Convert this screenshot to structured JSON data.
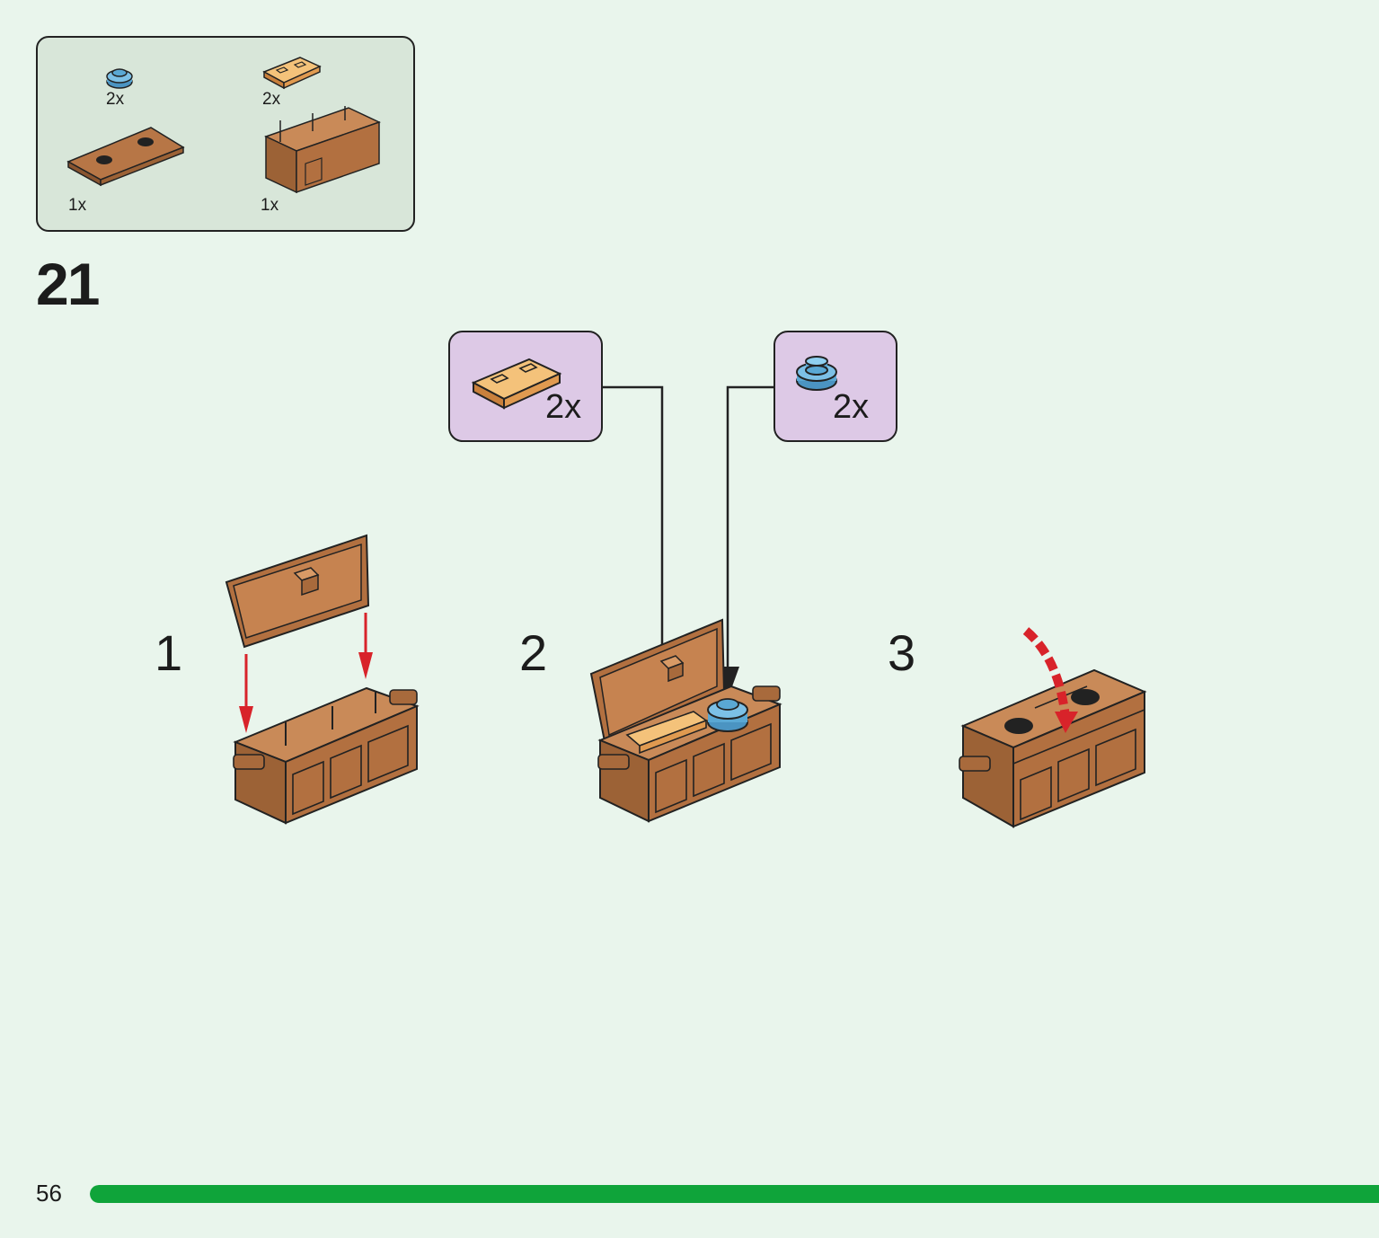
{
  "step": {
    "number": "21"
  },
  "parts_list": [
    {
      "name": "round-plate-blue",
      "qty": "2x",
      "color": "#5aa8d4"
    },
    {
      "name": "gold-ingot-tile",
      "qty": "2x",
      "color": "#e8a55a"
    },
    {
      "name": "chest-lid",
      "qty": "1x",
      "color": "#a86a3c"
    },
    {
      "name": "chest-base",
      "qty": "1x",
      "color": "#a86a3c"
    }
  ],
  "substeps": [
    {
      "label": "1"
    },
    {
      "label": "2"
    },
    {
      "label": "3"
    }
  ],
  "callouts": [
    {
      "qty": "2x",
      "part": "gold-ingot-tile"
    },
    {
      "qty": "2x",
      "part": "round-plate-blue"
    }
  ],
  "page": {
    "number": "56",
    "progress": 1.0
  },
  "colors": {
    "background": "#e9f5ec",
    "parts_box": "#d8e6d9",
    "callout": "#ddc9e6",
    "brick_brown": "#a86a3c",
    "gold": "#e8a55a",
    "blue": "#5aa8d4",
    "arrow_red": "#d8232a",
    "progress_green": "#0fa43a"
  }
}
